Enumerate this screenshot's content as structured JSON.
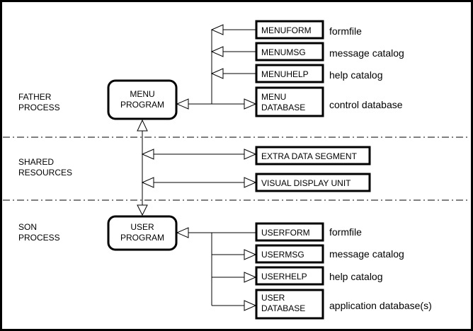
{
  "sections": {
    "father": [
      "FATHER",
      "PROCESS"
    ],
    "shared": [
      "SHARED",
      "RESOURCES"
    ],
    "son": [
      "SON",
      "PROCESS"
    ]
  },
  "programs": {
    "menu": [
      "MENU",
      "PROGRAM"
    ],
    "user": [
      "USER",
      "PROGRAM"
    ]
  },
  "menu_files": [
    {
      "box": [
        "MENUFORM"
      ],
      "desc": "formfile"
    },
    {
      "box": [
        "MENUMSG"
      ],
      "desc": "message catalog"
    },
    {
      "box": [
        "MENUHELP"
      ],
      "desc": "help catalog"
    },
    {
      "box": [
        "MENU",
        "DATABASE"
      ],
      "desc": "control database"
    }
  ],
  "shared_resources": [
    {
      "box": [
        "EXTRA DATA SEGMENT"
      ]
    },
    {
      "box": [
        "VISUAL DISPLAY UNIT"
      ]
    }
  ],
  "user_files": [
    {
      "box": [
        "USERFORM"
      ],
      "desc": "formfile"
    },
    {
      "box": [
        "USERMSG"
      ],
      "desc": "message catalog"
    },
    {
      "box": [
        "USERHELP"
      ],
      "desc": "help catalog"
    },
    {
      "box": [
        "USER",
        "DATABASE"
      ],
      "desc": "application database(s)"
    }
  ]
}
